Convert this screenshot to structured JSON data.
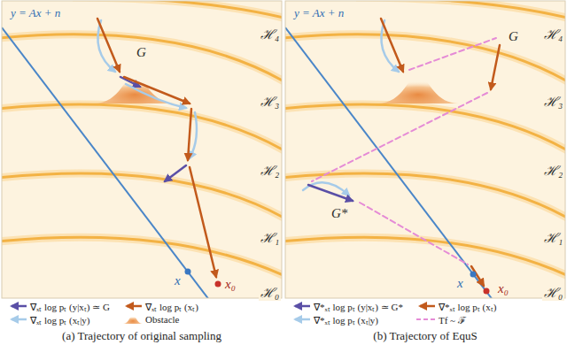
{
  "diagram": {
    "labels": [
      "y = Ax + n",
      "ℋ₄",
      "ℋ₃",
      "ℋ₂",
      "ℋ₁",
      "ℋ₀",
      "G",
      "x",
      "x₀",
      "(a) Trajectory of original sampling",
      "y = Ax + n",
      "ℋ₄",
      "ℋ₃",
      "ℋ₂",
      "ℋ₁",
      "ℋ₀",
      "G",
      "G*",
      "x",
      "x₀",
      "(b) Trajectory of EquS"
    ],
    "legend": [
      {
        "text": "∇ₓₜ log pₜ (y|xₜ) ≃ G"
      },
      {
        "text": "∇ₓₜ log pₜ (xₜ)"
      },
      {
        "text": "∇ₓₜ log pₜ (xₜ|y)"
      },
      {
        "text": "Obstacle"
      },
      {
        "text": "∇*ₓₜ log pₜ (y|xₜ) ≃ G*"
      },
      {
        "text": "∇*ₓₜ log pₜ (xₜ)"
      },
      {
        "text": "∇*ₓₜ log pₜ (xₜ|y)"
      },
      {
        "text": "Tf ~ ℱ"
      }
    ]
  }
}
